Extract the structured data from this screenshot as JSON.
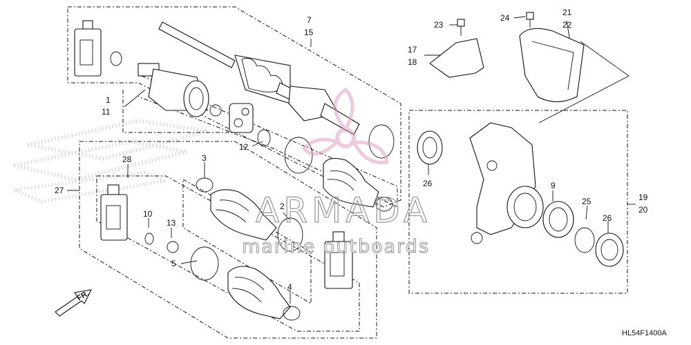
{
  "diagram_code": "HL54F1400A",
  "direction_label": "FR.",
  "watermark": {
    "brand": "ARMADA",
    "tagline": "marine outboards",
    "accent_color": "#e0a0c0",
    "text_color": "#9a9aa0"
  },
  "callouts": {
    "p1": "1",
    "p11": "11",
    "p2": "2",
    "p3": "3",
    "p4": "4",
    "p5": "5",
    "p7": "7",
    "p15": "15",
    "p9": "9",
    "p10": "10",
    "p12": "12",
    "p13": "13",
    "p17": "17",
    "p18": "18",
    "p19": "19",
    "p20": "20",
    "p21": "21",
    "p22": "22",
    "p23": "23",
    "p24": "24",
    "p25": "25",
    "p26a": "26",
    "p26b": "26",
    "p27": "27",
    "p28": "28"
  },
  "icons": [
    "grease-tube-icon",
    "boot-band-icon",
    "snap-ring-icon",
    "dust-boot-icon",
    "oil-seal-icon",
    "bearing-icon",
    "front-arrow-icon"
  ]
}
